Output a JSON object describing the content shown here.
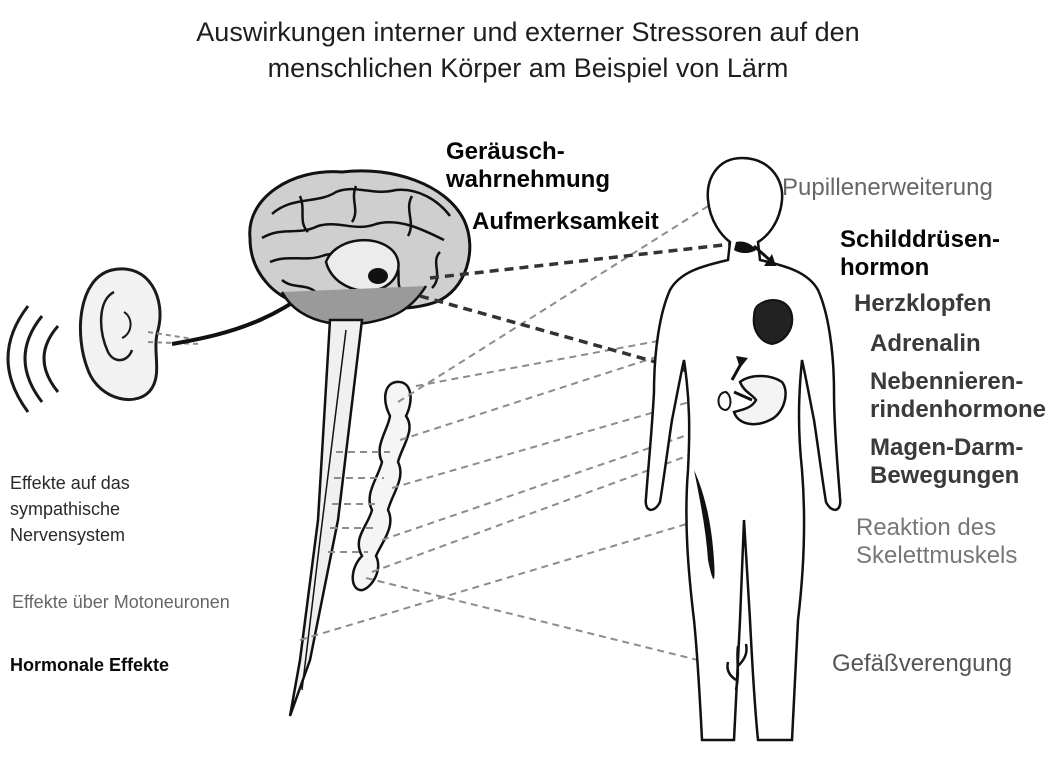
{
  "title": {
    "line1": "Auswirkungen  interner und externer Stressoren auf den",
    "line2": "menschlichen Körper am Beispiel von Lärm"
  },
  "brain_labels": {
    "perception_1": "Geräusch-",
    "perception_2": "wahrnehmung",
    "attention": "Aufmerksamkeit"
  },
  "left_labels": {
    "sympathetic_1": "Effekte auf das",
    "sympathetic_2": "sympathische",
    "sympathetic_3": "Nervensystem",
    "motoneurons": "Effekte über Motoneuronen",
    "hormonal": "Hormonale Effekte"
  },
  "body_labels": {
    "pupil": "Pupillenerweiterung",
    "thyroid_1": "Schilddrüsen-",
    "thyroid_2": "hormon",
    "heart": "Herzklopfen",
    "adrenaline": "Adrenalin",
    "cortex_1": "Nebennieren-",
    "cortex_2": "rindenhormone",
    "gut_1": "Magen-Darm-",
    "gut_2": "Bewegungen",
    "muscle_1": "Reaktion des",
    "muscle_2": "Skelettmuskels",
    "vessels": "Gefäßverengung"
  },
  "colors": {
    "ink": "#1a1a1a",
    "dashed_line": "#8c8c8c",
    "dark_dashed_line": "#333333"
  }
}
